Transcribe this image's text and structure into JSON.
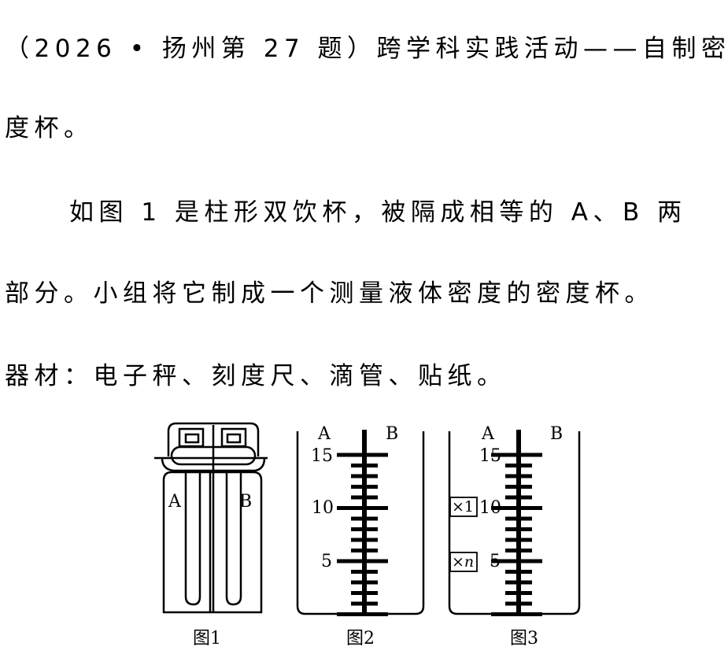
{
  "text": {
    "line1": "（2026 • 扬州第 27 题）跨学科实践活动——自制密",
    "line2": "度杯。",
    "line3": "如图 1 是柱形双饮杯，被隔成相等的 A、B 两",
    "line4": "部分。小组将它制成一个测量液体密度的密度杯。",
    "line5": "器材：电子秤、刻度尺、滴管、贴纸。"
  },
  "figures": {
    "fig1": {
      "label_a": "A",
      "label_b": "B",
      "caption": "图1"
    },
    "fig2": {
      "label_a": "A",
      "label_b": "B",
      "scale_15": "15",
      "scale_10": "10",
      "scale_5": "5",
      "caption": "图2"
    },
    "fig3": {
      "label_a": "A",
      "label_b": "B",
      "scale_15": "15",
      "scale_10": "10",
      "scale_5": "5",
      "sticker1": "×1",
      "sticker2": "×n",
      "caption": "图3"
    }
  }
}
